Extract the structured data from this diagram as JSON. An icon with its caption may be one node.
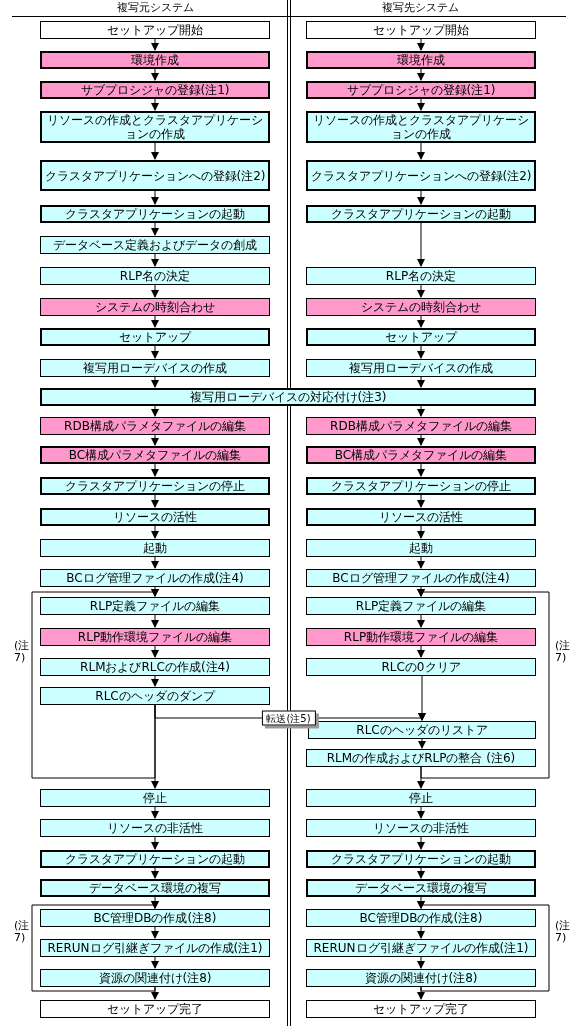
{
  "diagram": {
    "nodes": [
      {
        "text": [
          "セットアップ開始"
        ]
      },
      {
        "text": [
          "環境作成"
        ]
      },
      {
        "text": [
          "サブプロシジャの登録(注1)"
        ]
      },
      {
        "text": [
          "リソースの作成とクラスタアプリケーションの作成"
        ]
      },
      {
        "text": [
          "クラスタアプリケーションへの登録(注2)"
        ]
      },
      {
        "text": [
          "クラスタアプリケーションの起動"
        ]
      },
      {
        "text": [
          "データベース定義およびデータの創成"
        ]
      },
      {
        "text": [
          "RLP名の決定"
        ]
      },
      {
        "text": [
          "システムの時刻合わせ"
        ]
      },
      {
        "text": [
          "セットアップ"
        ]
      },
      {
        "text": [
          "複写用ローデバイスの作成"
        ]
      },
      {
        "text": [
          "複写用ローデバイスの対応付け(注3)"
        ]
      },
      {
        "text": [
          "RDB構成パラメタファイルの編集"
        ]
      },
      {
        "text": [
          "BC構成パラメタファイルの編集"
        ]
      },
      {
        "text": [
          "クラスタアプリケーションの停止"
        ]
      },
      {
        "text": [
          "リソースの活性"
        ]
      },
      {
        "text": [
          "起動"
        ]
      },
      {
        "text": [
          "BCログ管理ファイルの作成(注4)"
        ]
      },
      {
        "text": [
          "RLP定義ファイルの編集"
        ]
      },
      {
        "text": [
          "RLP動作環境ファイルの編集"
        ]
      },
      {
        "text": [
          "RLMおよびRLCの作成(注4)"
        ]
      },
      {
        "text": [
          "RLCのヘッダのダンプ"
        ]
      },
      {
        "text": [
          "停止"
        ]
      },
      {
        "text": [
          "リソースの非活性"
        ]
      },
      {
        "text": [
          "クラスタアプリケーションの起動"
        ]
      },
      {
        "text": [
          "データベース環境の複写"
        ]
      },
      {
        "text": [
          "BC管理DBの作成(注8)"
        ]
      },
      {
        "text": [
          "RERUNログ引継ぎファイルの作成(注1)"
        ]
      },
      {
        "text": [
          "資源の関連付け(注8)"
        ]
      },
      {
        "text": [
          "セットアップ完了"
        ]
      },
      {
        "text": [
          "セットアップ開始"
        ]
      },
      {
        "text": [
          "環境作成"
        ]
      },
      {
        "text": [
          "サブプロシジャの登録(注1)"
        ]
      },
      {
        "text": [
          "リソースの作成とクラスタアプリケーションの作成"
        ]
      },
      {
        "text": [
          "クラスタアプリケーションへの登録(注2)"
        ]
      },
      {
        "text": [
          "クラスタアプリケーションの起動"
        ]
      },
      {
        "text": [
          "RLP名の決定"
        ]
      },
      {
        "text": [
          "システムの時刻合わせ"
        ]
      },
      {
        "text": [
          "セットアップ"
        ]
      },
      {
        "text": [
          "複写用ローデバイスの作成"
        ]
      },
      {
        "text": [
          "RDB構成パラメタファイルの編集"
        ]
      },
      {
        "text": [
          "BC構成パラメタファイルの編集"
        ]
      },
      {
        "text": [
          "クラスタアプリケーションの停止"
        ]
      },
      {
        "text": [
          "リソースの活性"
        ]
      },
      {
        "text": [
          "起動"
        ]
      },
      {
        "text": [
          "BCログ管理ファイルの作成(注4)"
        ]
      },
      {
        "text": [
          "RLP定義ファイルの編集"
        ]
      },
      {
        "text": [
          "RLP動作環境ファイルの編集"
        ]
      },
      {
        "text": [
          "RLCの0クリア"
        ]
      },
      {
        "text": [
          "RLCのヘッダのリストア"
        ]
      },
      {
        "text": [
          "RLMの作成およびRLPの整合 (注6)"
        ]
      },
      {
        "text": [
          "停止"
        ]
      },
      {
        "text": [
          "リソースの非活性"
        ]
      },
      {
        "text": [
          "クラスタアプリケーションの起動"
        ]
      },
      {
        "text": [
          "データベース環境の複写"
        ]
      },
      {
        "text": [
          "BC管理DBの作成(注8)"
        ]
      },
      {
        "text": [
          "RERUNログ引継ぎファイルの作成(注1)"
        ]
      },
      {
        "text": [
          "資源の関連付け(注8)"
        ]
      },
      {
        "text": [
          "セットアップ完了"
        ]
      }
    ],
    "edges": [
      {
        "from": 0,
        "to": 1,
        "arrow": "to"
      },
      {
        "from": 1,
        "to": 2,
        "arrow": "to"
      },
      {
        "from": 2,
        "to": 3,
        "arrow": "to"
      },
      {
        "from": 3,
        "to": 4,
        "arrow": "to"
      },
      {
        "from": 4,
        "to": 5,
        "arrow": "to"
      },
      {
        "from": 5,
        "to": 6,
        "arrow": "to"
      },
      {
        "from": 6,
        "to": 7,
        "arrow": "to"
      },
      {
        "from": 7,
        "to": 8,
        "arrow": "to"
      },
      {
        "from": 8,
        "to": 9,
        "arrow": "to"
      },
      {
        "from": 9,
        "to": 10,
        "arrow": "to"
      },
      {
        "from": 10,
        "to": 11,
        "arrow": "to"
      },
      {
        "from": 11,
        "to": 12,
        "arrow": "to"
      },
      {
        "from": 12,
        "to": 13,
        "arrow": "to"
      },
      {
        "from": 13,
        "to": 14,
        "arrow": "to"
      },
      {
        "from": 14,
        "to": 15,
        "arrow": "to"
      },
      {
        "from": 15,
        "to": 16,
        "arrow": "to"
      },
      {
        "from": 16,
        "to": 17,
        "arrow": "to"
      },
      {
        "from": 17,
        "to": 18,
        "arrow": "to"
      },
      {
        "from": 18,
        "to": 19,
        "arrow": "to"
      },
      {
        "from": 19,
        "to": 20,
        "arrow": "to"
      },
      {
        "from": 20,
        "to": 21,
        "arrow": "to"
      },
      {
        "from": 21,
        "to": 22,
        "arrow": "to"
      },
      {
        "from": 22,
        "to": 23,
        "arrow": "to"
      },
      {
        "from": 23,
        "to": 24,
        "arrow": "to"
      },
      {
        "from": 24,
        "to": 25,
        "arrow": "to"
      },
      {
        "from": 25,
        "to": 26,
        "arrow": "to"
      },
      {
        "from": 26,
        "to": 27,
        "arrow": "to"
      },
      {
        "from": 27,
        "to": 28,
        "arrow": "to"
      },
      {
        "from": 28,
        "to": 29,
        "arrow": "to"
      },
      {
        "from": 21,
        "to": 18,
        "arrow": "to"
      },
      {
        "from": 28,
        "to": 26,
        "arrow": "to"
      },
      {
        "from": 30,
        "to": 31,
        "arrow": "to"
      },
      {
        "from": 31,
        "to": 32,
        "arrow": "to"
      },
      {
        "from": 32,
        "to": 33,
        "arrow": "to"
      },
      {
        "from": 33,
        "to": 34,
        "arrow": "to"
      },
      {
        "from": 34,
        "to": 35,
        "arrow": "to"
      },
      {
        "from": 35,
        "to": 36,
        "arrow": "to"
      },
      {
        "from": 36,
        "to": 37,
        "arrow": "to"
      },
      {
        "from": 37,
        "to": 38,
        "arrow": "to"
      },
      {
        "from": 38,
        "to": 39,
        "arrow": "to"
      },
      {
        "from": 39,
        "to": 11,
        "arrow": "to"
      },
      {
        "from": 11,
        "to": 40,
        "arrow": "to"
      },
      {
        "from": 40,
        "to": 41,
        "arrow": "to"
      },
      {
        "from": 41,
        "to": 42,
        "arrow": "to"
      },
      {
        "from": 42,
        "to": 43,
        "arrow": "to"
      },
      {
        "from": 43,
        "to": 44,
        "arrow": "to"
      },
      {
        "from": 44,
        "to": 45,
        "arrow": "to"
      },
      {
        "from": 45,
        "to": 46,
        "arrow": "to"
      },
      {
        "from": 46,
        "to": 47,
        "arrow": "to"
      },
      {
        "from": 47,
        "to": 48,
        "arrow": "to"
      },
      {
        "from": 48,
        "to": 49,
        "arrow": "to"
      },
      {
        "from": 49,
        "to": 50,
        "arrow": "to"
      },
      {
        "from": 50,
        "to": 51,
        "arrow": "to"
      },
      {
        "from": 51,
        "to": 52,
        "arrow": "to"
      },
      {
        "from": 52,
        "to": 53,
        "arrow": "to"
      },
      {
        "from": 53,
        "to": 54,
        "arrow": "to"
      },
      {
        "from": 54,
        "to": 55,
        "arrow": "to"
      },
      {
        "from": 55,
        "to": 56,
        "arrow": "to"
      },
      {
        "from": 56,
        "to": 57,
        "arrow": "to"
      },
      {
        "from": 57,
        "to": 58,
        "arrow": "to"
      },
      {
        "from": 50,
        "to": 46,
        "arrow": "to"
      },
      {
        "from": 57,
        "to": 55,
        "arrow": "to"
      },
      {
        "from": 21,
        "to": 49,
        "label": "転送(注5)",
        "arrow": "to"
      }
    ],
    "labels": [
      "複写元システム",
      "複写先システム",
      "(注7)",
      "(注7)",
      "(注7)",
      "(注7)"
    ]
  }
}
